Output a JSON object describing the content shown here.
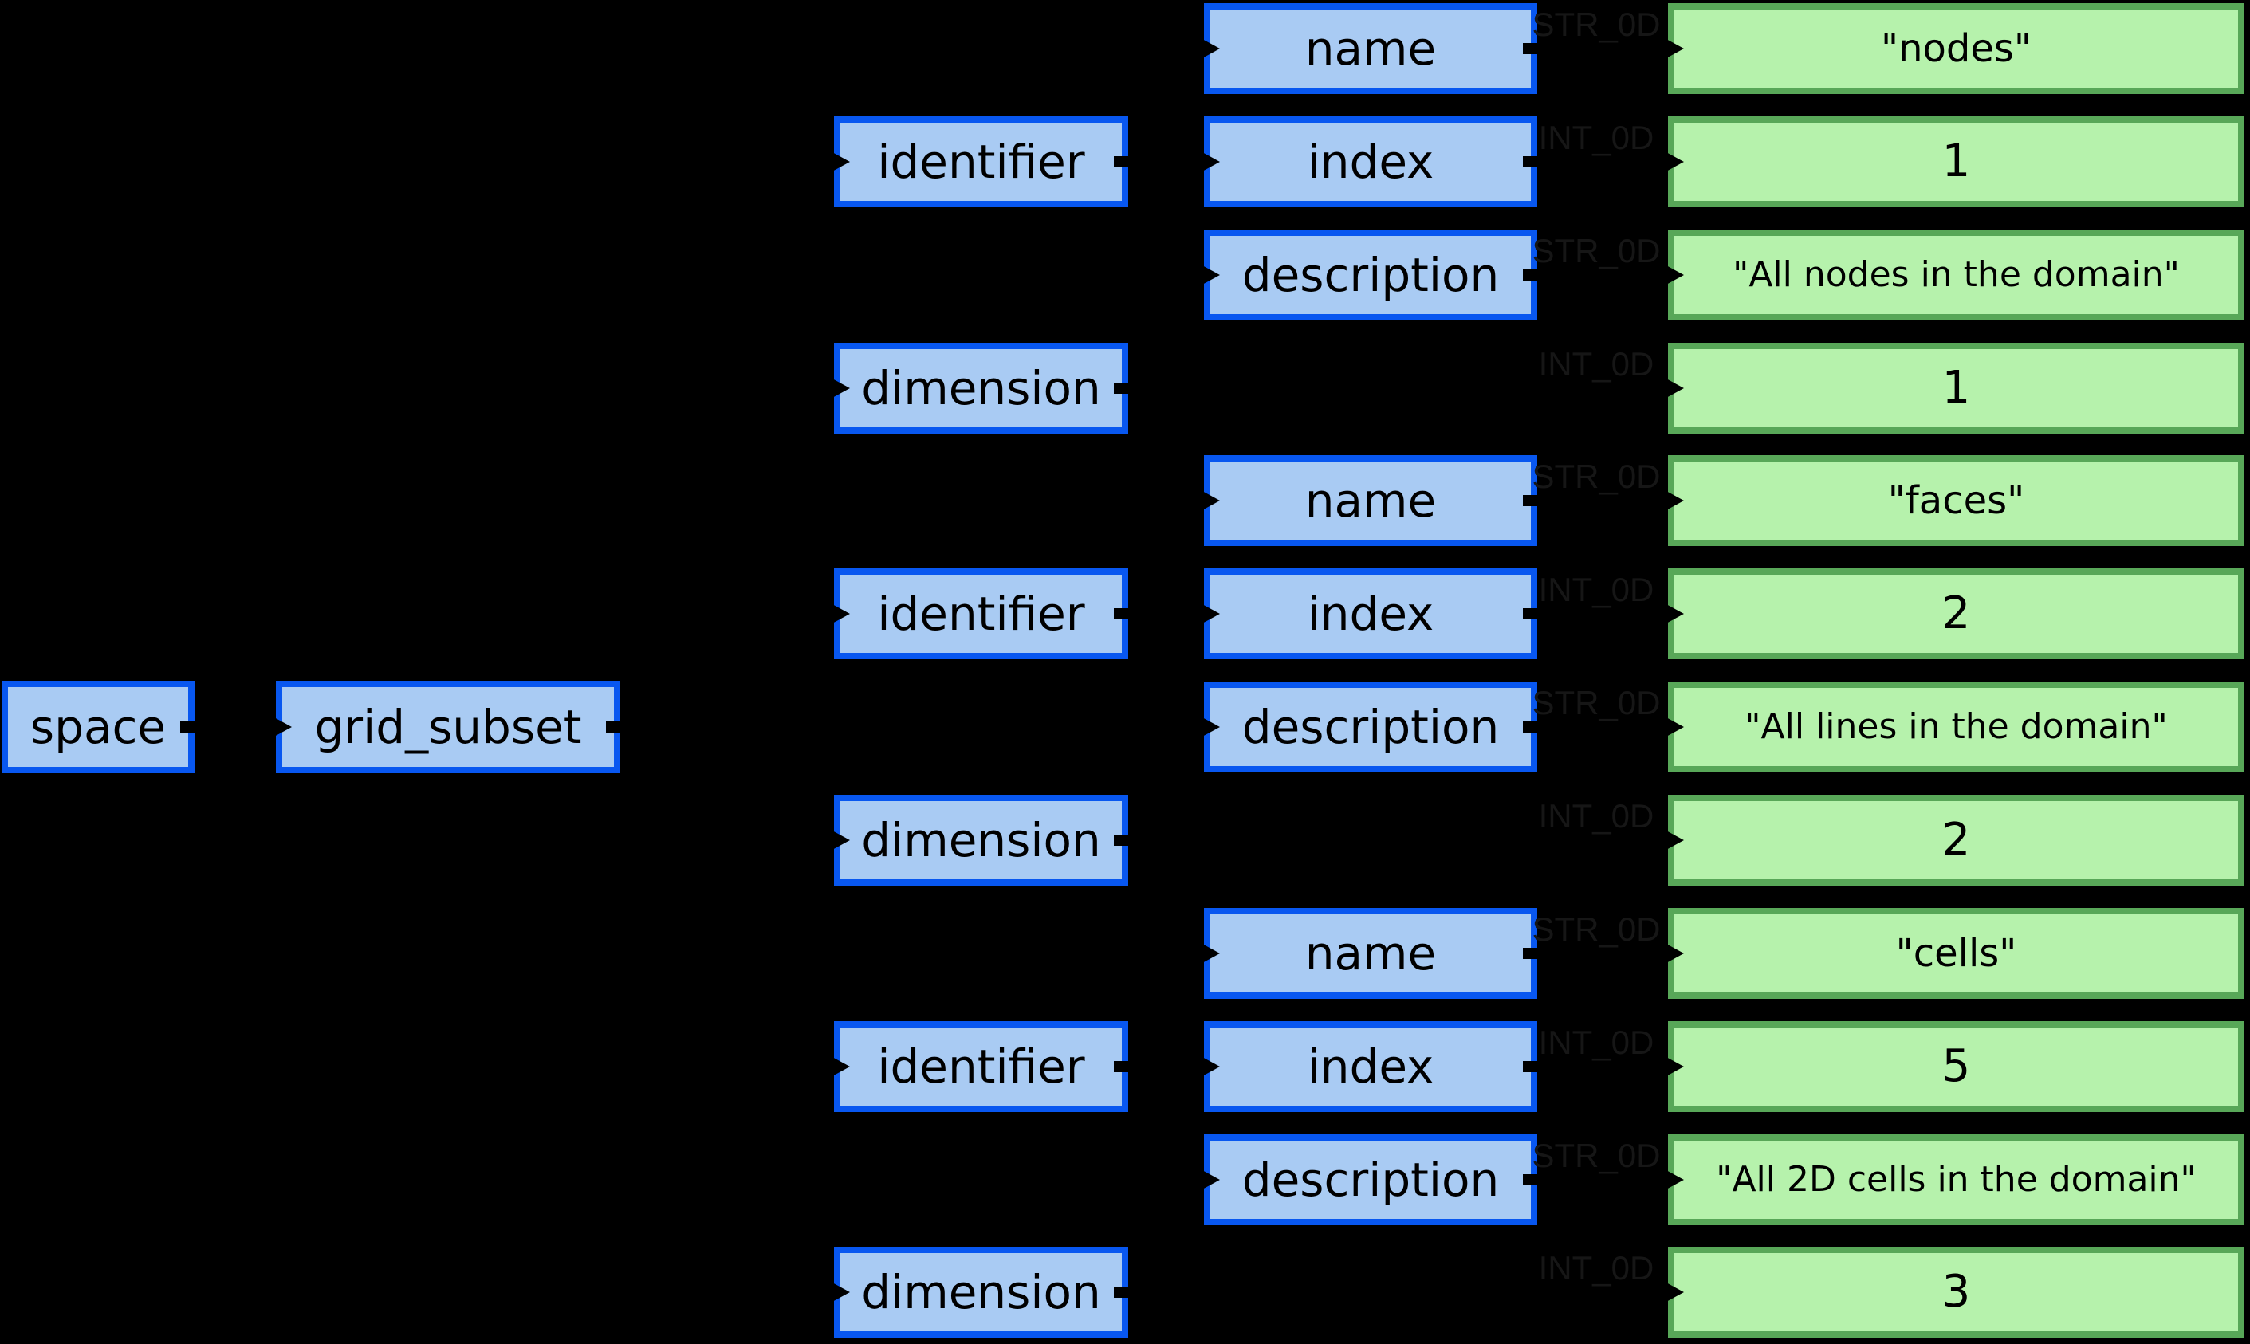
{
  "nodes": {
    "root": "space",
    "child": "grid_subset"
  },
  "col2": [
    "identifier",
    "dimension",
    "identifier",
    "dimension",
    "identifier",
    "dimension"
  ],
  "col3": [
    "name",
    "index",
    "description",
    "name",
    "index",
    "description",
    "name",
    "index",
    "description"
  ],
  "rows": [
    {
      "type": "STR_0D",
      "value": "\"nodes\""
    },
    {
      "type": "INT_0D",
      "value": "1"
    },
    {
      "type": "STR_0D",
      "value": "\"All nodes in the domain\""
    },
    {
      "type": "INT_0D",
      "value": "1"
    },
    {
      "type": "STR_0D",
      "value": "\"faces\""
    },
    {
      "type": "INT_0D",
      "value": "2"
    },
    {
      "type": "STR_0D",
      "value": "\"All lines in the domain\""
    },
    {
      "type": "INT_0D",
      "value": "2"
    },
    {
      "type": "STR_0D",
      "value": "\"cells\""
    },
    {
      "type": "INT_0D",
      "value": "5"
    },
    {
      "type": "STR_0D",
      "value": "\"All 2D cells in the domain\""
    },
    {
      "type": "INT_0D",
      "value": "3"
    }
  ],
  "colors": {
    "background": "#000000",
    "node_fill": "#a9cbf3",
    "node_border": "#0857f0",
    "leaf_fill": "#b6f2ac",
    "leaf_border": "#58a758",
    "edge_label": "#161616",
    "text": "#000000"
  }
}
